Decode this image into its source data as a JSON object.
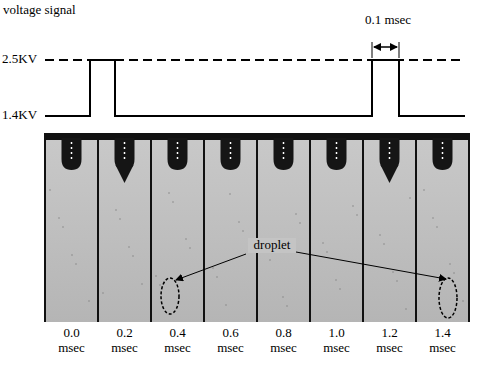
{
  "diagram": {
    "labels": [
      "voltage signal",
      "0.1 msec",
      "2.5KV",
      "1.4KV",
      "droplet",
      "0.0 msec",
      "0.2 msec",
      "0.4 msec",
      "0.6 msec",
      "0.8 msec",
      "1.0 msec",
      "1.2 msec",
      "1.4 msec"
    ]
  }
}
